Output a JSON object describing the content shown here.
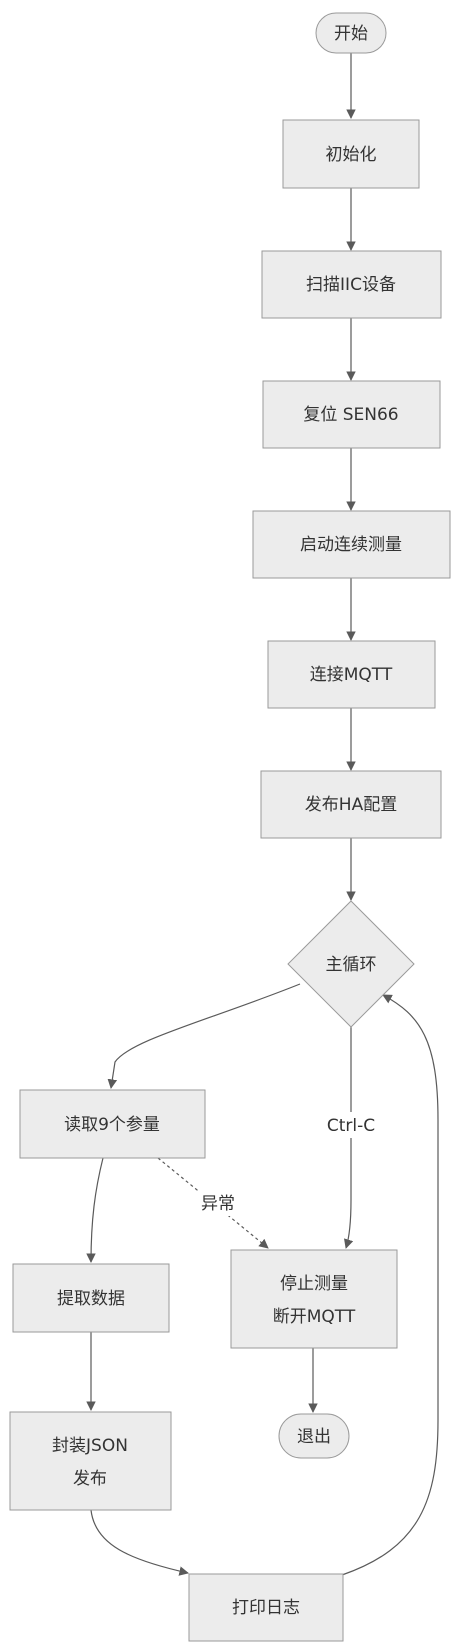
{
  "flowchart": {
    "nodes": {
      "start": "开始",
      "init": "初始化",
      "scan_iic": "扫描IIC设备",
      "reset": "复位 SEN66",
      "start_measure": "启动连续测量",
      "connect_mqtt": "连接MQTT",
      "publish_ha": "发布HA配置",
      "main_loop": "主循环",
      "read_params": "读取9个参量",
      "extract": "提取数据",
      "pack_line1": "封装JSON",
      "pack_line2": "发布",
      "stop_line1": "停止测量",
      "stop_line2": "断开MQTT",
      "exit": "退出",
      "log": "打印日志"
    },
    "edge_labels": {
      "ctrl_c": "Ctrl-C",
      "exception": "异常"
    }
  }
}
